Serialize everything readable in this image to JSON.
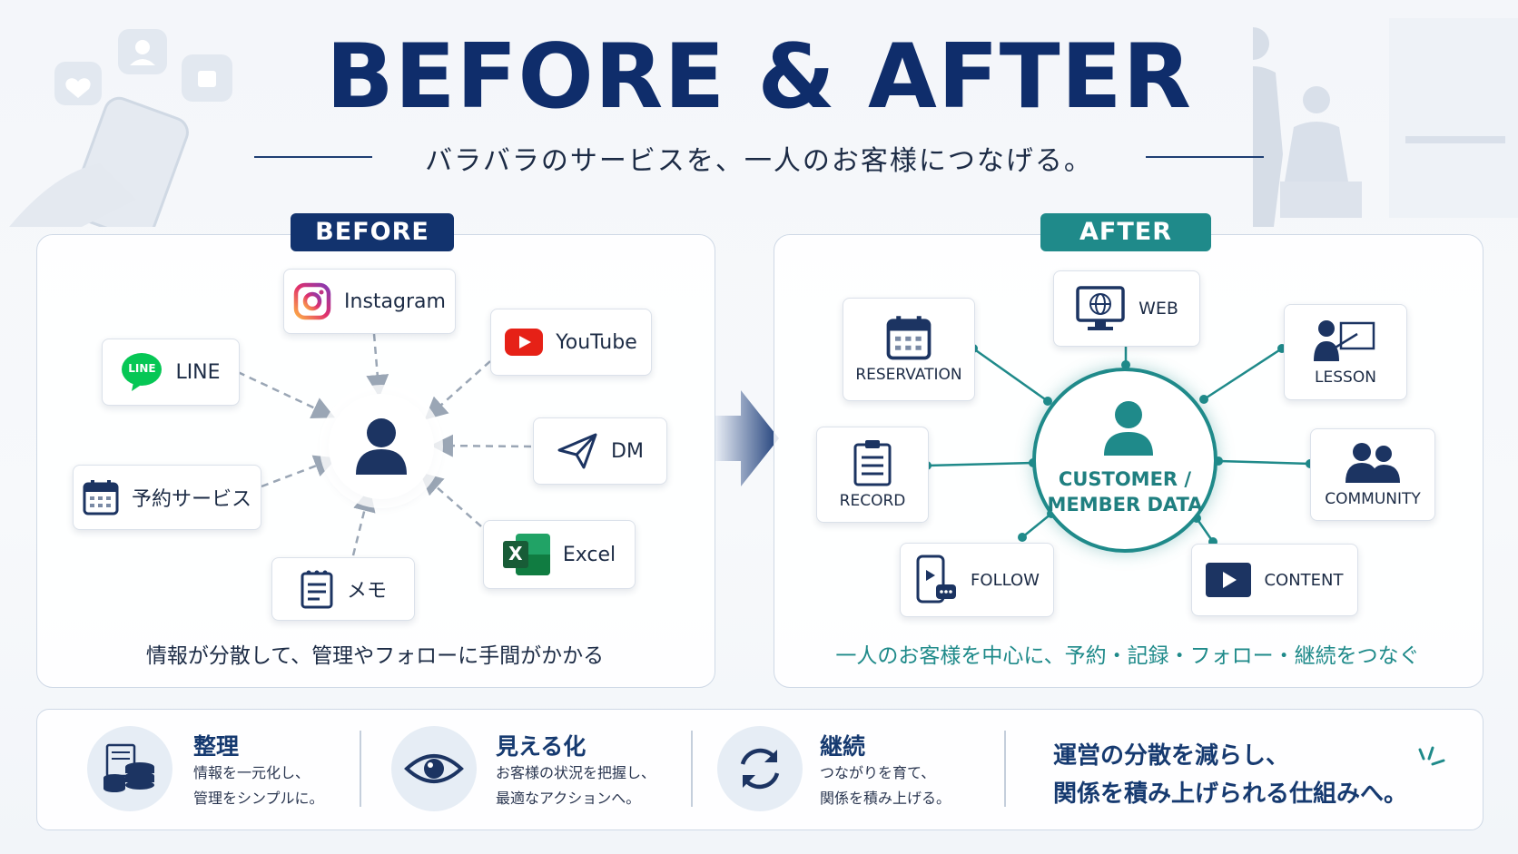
{
  "header": {
    "title": "BEFORE & AFTER",
    "subtitle": "バラバラのサービスを、一人のお客様につなげる。"
  },
  "before": {
    "tag": "BEFORE",
    "tag_color": "#12336e",
    "items": {
      "instagram": "Instagram",
      "youtube": "YouTube",
      "line": "LINE",
      "dm": "DM",
      "reservation": "予約サービス",
      "excel": "Excel",
      "memo": "メモ"
    },
    "line_badge": "LINE",
    "excel_badge": "X",
    "caption": "情報が分散して、管理やフォローに手間がかかる"
  },
  "after": {
    "tag": "AFTER",
    "tag_color": "#1f8a8a",
    "hub_line1": "CUSTOMER /",
    "hub_line2": "MEMBER DATA",
    "items": {
      "reservation": "RESERVATION",
      "web": "WEB",
      "lesson": "LESSON",
      "record": "RECORD",
      "community": "COMMUNITY",
      "follow": "FOLLOW",
      "content": "CONTENT"
    },
    "caption": "一人のお客様を中心に、予約・記録・フォロー・継続をつなぐ"
  },
  "features": [
    {
      "title": "整理",
      "line1": "情報を一元化し、",
      "line2": "管理をシンプルに。",
      "icon": "database-icon"
    },
    {
      "title": "見える化",
      "line1": "お客様の状況を把握し、",
      "line2": "最適なアクションへ。",
      "icon": "eye-icon"
    },
    {
      "title": "継続",
      "line1": "つながりを育て、",
      "line2": "関係を積み上げる。",
      "icon": "refresh-icon"
    }
  ],
  "conclusion": {
    "line1": "運営の分散を減らし、",
    "line2": "関係を積み上げられる仕組みへ。"
  },
  "colors": {
    "navy": "#0f2d6b",
    "teal": "#1f8a8a",
    "youtube_red": "#e62117",
    "line_green": "#06c755",
    "excel_green": "#1d7044"
  }
}
